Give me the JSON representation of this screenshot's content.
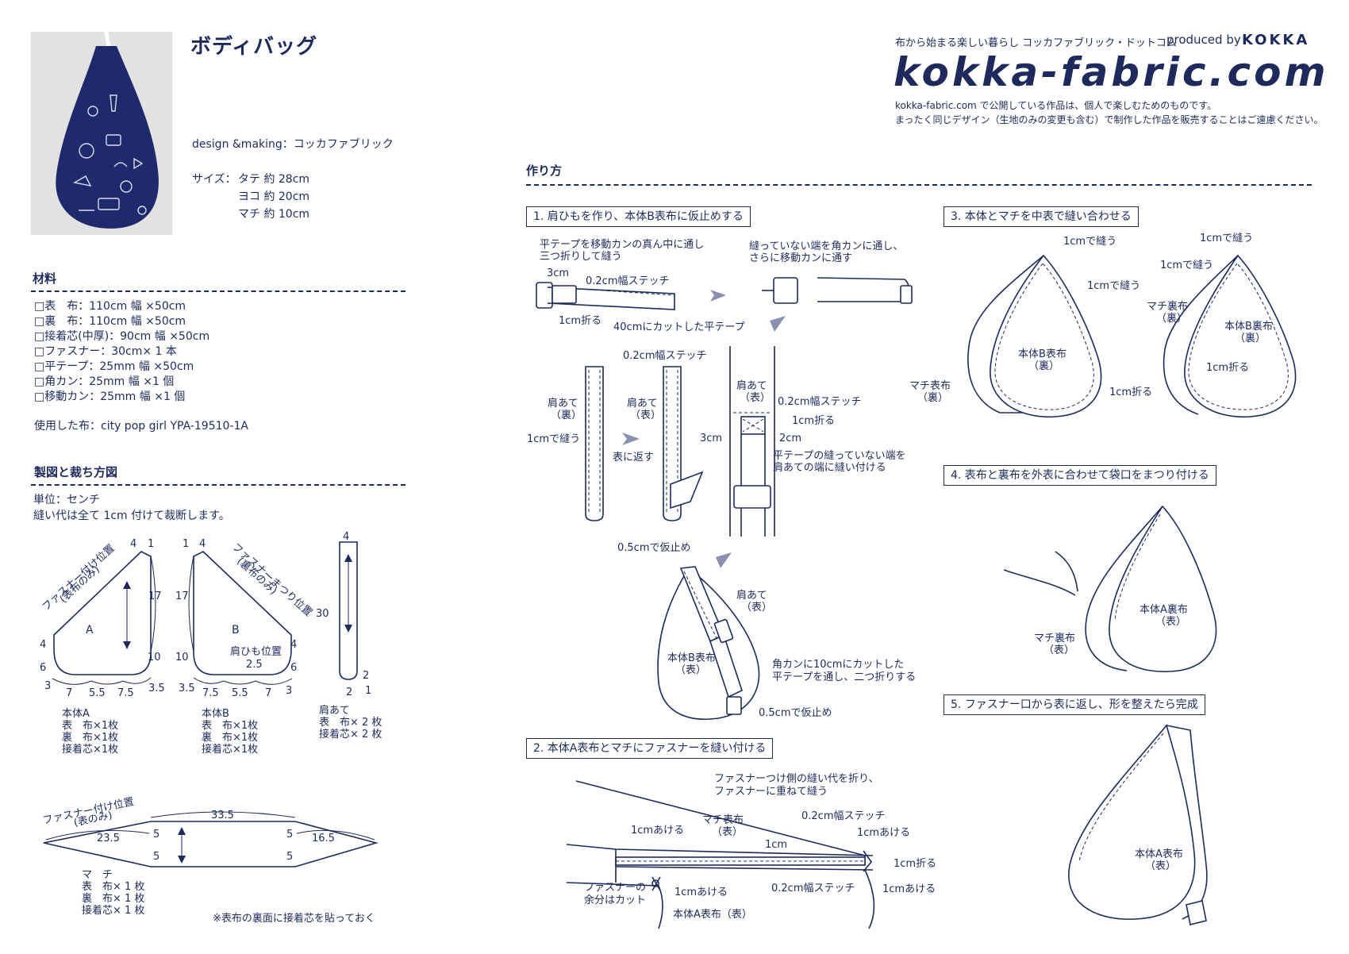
{
  "header": {
    "title": "ボディバッグ",
    "design": "design &making：コッカファブリック",
    "size_label": "サイズ：",
    "size_lines": [
      "タテ 約 28cm",
      "ヨコ 約 20cm",
      "マチ 約 10cm"
    ]
  },
  "brand": {
    "tagline": "布から始まる楽しい暮らし コッカファブリック・ドットコム",
    "produced_by": "produced by",
    "kokka": "KOKKA",
    "site": "kokka-fabric.com",
    "notice1": "kokka-fabric.com で公開している作品は、個人で楽しむためのものです。",
    "notice2": "まったく同じデザイン（生地のみの変更も含む）で制作した作品を販売することはご遠慮ください。"
  },
  "materials": {
    "heading": "材料",
    "items": [
      "□表　布：110cm 幅 ×50cm",
      "□裏　布：110cm 幅 ×50cm",
      "□接着芯(中厚)：90cm 幅 ×50cm",
      "□ファスナー：30cm× 1 本",
      "□平テープ：25mm 幅 ×50cm",
      "□角カン：25mm 幅 ×1 個",
      "□移動カン：25mm 幅 ×1 個"
    ],
    "fabric_used": "使用した布：city pop girl YPA-19510-1A"
  },
  "pattern": {
    "heading": "製図と裁ち方図",
    "unit": "単位：センチ",
    "allowance": "縫い代は全て 1cm 付けて裁断します。",
    "zipper_pos": "ファスナー付け位置",
    "omote_only": "(表布のみ)",
    "zipper_matsuri": "ファスナーまつり位置",
    "ura_only": "(裏布のみ)",
    "strap_pos": "肩ひも位置",
    "label_a": "A",
    "label_b": "B",
    "a_title": "本体A",
    "a_lines": [
      "表　布×1枚",
      "裏　布×1枚",
      "接着芯×1枚"
    ],
    "b_title": "本体B",
    "b_lines": [
      "表　布×1枚",
      "裏　布×1枚",
      "接着芯×1枚"
    ],
    "kata_title": "肩あて",
    "kata_lines": [
      "表　布× 2 枚",
      "接着芯× 2 枚"
    ],
    "machi_zip": "ファスナー付け位置",
    "machi_zip2": "(表のみ)",
    "machi_title": "マ　チ",
    "machi_lines": [
      "表　布× 1 枚",
      "裏　布× 1 枚",
      "接着芯× 1 枚"
    ],
    "note": "※表布の裏面に接着芯を貼っておく",
    "dims": {
      "a4": "4",
      "a1": "1",
      "a17": "17",
      "a4b": "4",
      "a6": "6",
      "a3": "3",
      "a7": "7",
      "a55": "5.5",
      "a75": "7.5",
      "a35": "3.5",
      "a10": "10",
      "b1": "1",
      "b4": "4",
      "b17": "17",
      "b4b": "4",
      "b6": "6",
      "b10": "10",
      "b35": "3.5",
      "b75": "7.5",
      "b55": "5.5",
      "b7": "7",
      "b3": "3",
      "b25": "2.5",
      "k4": "4",
      "k30": "30",
      "k2": "2",
      "k2b": "2",
      "k1": "1",
      "m335": "33.5",
      "m235": "23.5",
      "m165": "16.5",
      "m5a": "5",
      "m5b": "5",
      "m5c": "5",
      "m5d": "5"
    }
  },
  "howto": {
    "heading": "作り方",
    "step1": "1. 肩ひもを作り、本体B表布に仮止めする",
    "step2": "2. 本体A表布とマチにファスナーを縫い付ける",
    "step3": "3. 本体とマチを中表で縫い合わせる",
    "step4": "4. 表布と裏布を外表に合わせて袋口をまつり付ける",
    "step5": "5. ファスナー口から表に返し、形を整えたら完成",
    "s1": {
      "tape_note1": "平テープを移動カンの真ん中に通し",
      "tape_note2": "三つ折りして縫う",
      "end_note1": "縫っていない端を角カンに通し、",
      "end_note2": "さらに移動カンに通す",
      "c3": "3cm",
      "stitch02": "0.2cm幅ステッチ",
      "fold1": "1cm折る",
      "cut40": "40cmにカットした平テープ",
      "stitch02b": "0.2cm幅ステッチ",
      "kata_ura1": "肩あて",
      "kata_ura2": "（裏）",
      "kata_omote1": "肩あて",
      "kata_omote2": "（表）",
      "sew1": "1cmで縫う",
      "turn": "表に返す",
      "kata3a": "肩あて",
      "kata3b": "（表）",
      "stitch02c": "0.2cm幅ステッチ",
      "fold1b": "1cm折る",
      "c3b": "3cm",
      "c2": "2cm",
      "attach1": "平テープの縫っていない端を",
      "attach2": "肩あての端に縫い付ける",
      "tack05a": "0.5cmで仮止め",
      "kata4a": "肩あて",
      "kata4b": "（表）",
      "bodyB1": "本体B表布",
      "bodyB2": "（表）",
      "kaku1": "角カンに10cmにカットした",
      "kaku2": "平テープを通し、二つ折りする",
      "tack05b": "0.5cmで仮止め"
    },
    "s2": {
      "fold_note1": "ファスナーつけ側の縫い代を折り、",
      "fold_note2": "ファスナーに重ねて縫う",
      "machi1": "マチ表布",
      "machi2": "（表）",
      "stitch_a": "0.2cm幅ステッチ",
      "open1a": "1cmあける",
      "open1b": "1cmあける",
      "c1": "1cm",
      "fold1": "1cm折る",
      "cut1": "ファスナーの",
      "cut2": "余分はカット",
      "open1c": "1cmあける",
      "stitch_b": "0.2cm幅ステッチ",
      "open1d": "1cmあける",
      "bodyA": "本体A表布（表）"
    },
    "s3": {
      "sew1a": "1cmで縫う",
      "sew1b": "1cmで縫う",
      "bodyB1": "本体B表布",
      "bodyB2": "（裏）",
      "machi1": "マチ表布",
      "machi2": "（裏）",
      "sew1c": "1cmで縫う",
      "sew1d": "1cmで縫う",
      "machiura1": "マチ裏布",
      "machiura2": "（裏）",
      "bodyBura1": "本体B裏布",
      "bodyBura2": "（裏）",
      "fold1a": "1cm折る",
      "fold1b": "1cm折る"
    },
    "s4": {
      "bodyAura1": "本体A裏布",
      "bodyAura2": "（表）",
      "machiura1": "マチ裏布",
      "machiura2": "（表）"
    },
    "s5": {
      "bodyA1": "本体A表布",
      "bodyA2": "（表）"
    }
  }
}
